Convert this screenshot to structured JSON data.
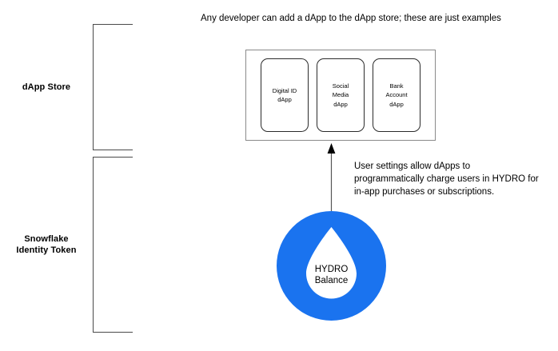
{
  "diagram": {
    "top_caption": "Any developer can add a dApp to the dApp store; these are just examples",
    "sections": [
      {
        "id": "dapp-store",
        "label": "dApp Store"
      },
      {
        "id": "snowflake-identity-token",
        "label": "Snowflake\nIdentity Token"
      }
    ],
    "dapp_store": {
      "cards": [
        {
          "id": "digital-id",
          "label": "Digital ID\ndApp"
        },
        {
          "id": "social-media",
          "label": "Social\nMedia\ndApp"
        },
        {
          "id": "bank-account",
          "label": "Bank\nAccount\ndApp"
        }
      ]
    },
    "annotation": "User settings allow dApps to\nprogrammatically charge users in HYDRO for\nin-app purchases or subscriptions.",
    "hydro_balance": {
      "line1": "HYDRO",
      "line2": "Balance",
      "color": "#1a73ef"
    },
    "colors": {
      "hydro_blue": "#1a73ef",
      "bracket_stroke": "#4a4a4a",
      "box_stroke": "#8a8a8a",
      "card_stroke": "#2b2b2b",
      "arrow": "#555555",
      "text": "#000000"
    }
  }
}
